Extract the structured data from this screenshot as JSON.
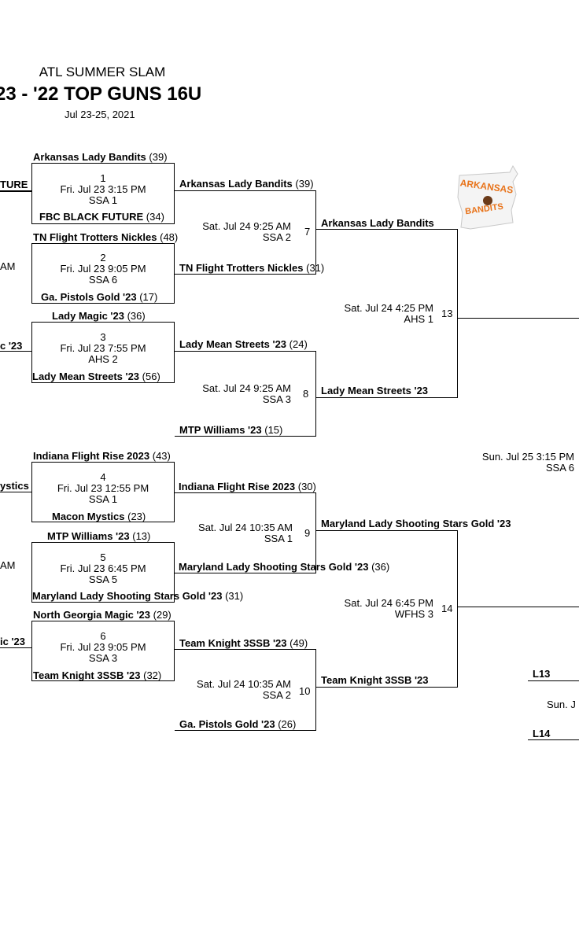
{
  "header": {
    "event": "ATL SUMMER SLAM",
    "division": "23 - '22 TOP GUNS 16U",
    "dates": "Jul 23-25, 2021"
  },
  "left_fragments": [
    "TURE",
    "AM",
    "c '23",
    "ystics",
    "AM",
    "ic '23"
  ],
  "round1": [
    {
      "num": "1",
      "time": "Fri. Jul 23 3:15 PM",
      "venue": "SSA 1",
      "top": "Arkansas Lady Bandits",
      "top_score": "(39)",
      "bottom": "FBC BLACK FUTURE",
      "bottom_score": "(34)"
    },
    {
      "num": "2",
      "time": "Fri. Jul 23 9:05 PM",
      "venue": "SSA 6",
      "top": "TN Flight Trotters Nickles",
      "top_score": "(48)",
      "bottom": "Ga. Pistols Gold '23",
      "bottom_score": "(17)"
    },
    {
      "num": "3",
      "time": "Fri. Jul 23 7:55 PM",
      "venue": "AHS 2",
      "top": "Lady Magic '23",
      "top_score": "(36)",
      "bottom": "Lady Mean Streets '23",
      "bottom_score": "(56)"
    },
    {
      "num": "4",
      "time": "Fri. Jul 23 12:55 PM",
      "venue": "SSA 1",
      "top": "Indiana Flight Rise 2023",
      "top_score": "(43)",
      "bottom": "Macon Mystics",
      "bottom_score": "(23)"
    },
    {
      "num": "5",
      "time": "Fri. Jul 23 6:45 PM",
      "venue": "SSA 5",
      "top": "MTP Williams '23",
      "top_score": "(13)",
      "bottom": "Maryland Lady Shooting Stars Gold '23",
      "bottom_score": "(31)"
    },
    {
      "num": "6",
      "time": "Fri. Jul 23 9:05 PM",
      "venue": "SSA 3",
      "top": "North Georgia Magic '23",
      "top_score": "(29)",
      "bottom": "Team Knight 3SSB '23",
      "bottom_score": "(32)"
    }
  ],
  "round2": [
    {
      "num": "7",
      "time": "Sat. Jul 24 9:25 AM",
      "venue": "SSA 2",
      "top": "Arkansas Lady Bandits",
      "top_score": "(39)",
      "bottom": "TN Flight Trotters Nickles",
      "bottom_score": "(31)"
    },
    {
      "num": "8",
      "time": "Sat. Jul 24 9:25 AM",
      "venue": "SSA 3",
      "top": "Lady Mean Streets '23",
      "top_score": "(24)",
      "bottom": "MTP Williams '23",
      "bottom_score": "(15)"
    },
    {
      "num": "9",
      "time": "Sat. Jul 24 10:35 AM",
      "venue": "SSA 1",
      "top": "Indiana Flight Rise 2023",
      "top_score": "(30)",
      "bottom": "Maryland Lady Shooting Stars Gold '23",
      "bottom_score": "(36)"
    },
    {
      "num": "10",
      "time": "Sat. Jul 24 10:35 AM",
      "venue": "SSA 2",
      "top": "Team Knight 3SSB '23",
      "top_score": "(49)",
      "bottom": "Ga. Pistols Gold '23",
      "bottom_score": "(26)"
    }
  ],
  "round3": [
    {
      "num": "13",
      "time": "Sat. Jul 24 4:25 PM",
      "venue": "AHS 1",
      "top": "Arkansas Lady Bandits",
      "bottom": "Lady Mean Streets '23"
    },
    {
      "num": "14",
      "time": "Sat. Jul 24 6:45 PM",
      "venue": "WFHS 3",
      "top": "Maryland Lady Shooting Stars Gold '23",
      "bottom": "Team Knight 3SSB '23"
    }
  ],
  "final": {
    "time": "Sun. Jul 25 3:15 PM",
    "venue": "SSA 6"
  },
  "consolation": {
    "top": "L13",
    "bottom": "L14",
    "time": "Sun. J"
  },
  "logo": {
    "line1": "ARKANSAS",
    "line2": "BANDITS",
    "accent": "#e8731a"
  }
}
